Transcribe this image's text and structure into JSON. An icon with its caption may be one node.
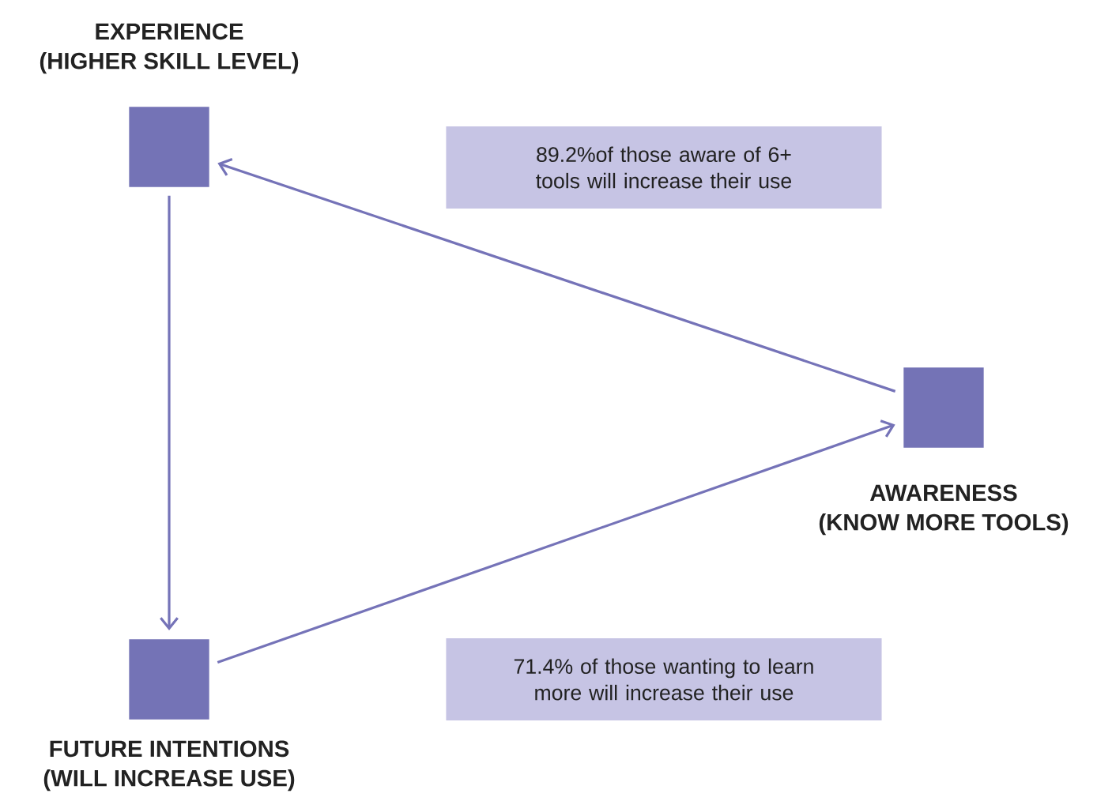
{
  "diagram": {
    "nodes": [
      {
        "text": [
          "EXPERIENCE",
          "(HIGHER SKILL LEVEL)"
        ]
      },
      {
        "text": [
          "FUTURE INTENTIONS",
          "(WILL INCREASE USE)"
        ]
      },
      {
        "text": [
          "AWARENESS",
          "(KNOW MORE TOOLS)"
        ]
      }
    ],
    "edges": [
      {
        "from": 2,
        "to": 0,
        "arrow": "to",
        "label": "89.2%of those aware of 6+ tools will increase their use"
      },
      {
        "from": 0,
        "to": 1,
        "arrow": "to"
      },
      {
        "from": 1,
        "to": 2,
        "arrow": "to",
        "label": "71.4% of those wanting to learn more will increase their use"
      }
    ]
  }
}
